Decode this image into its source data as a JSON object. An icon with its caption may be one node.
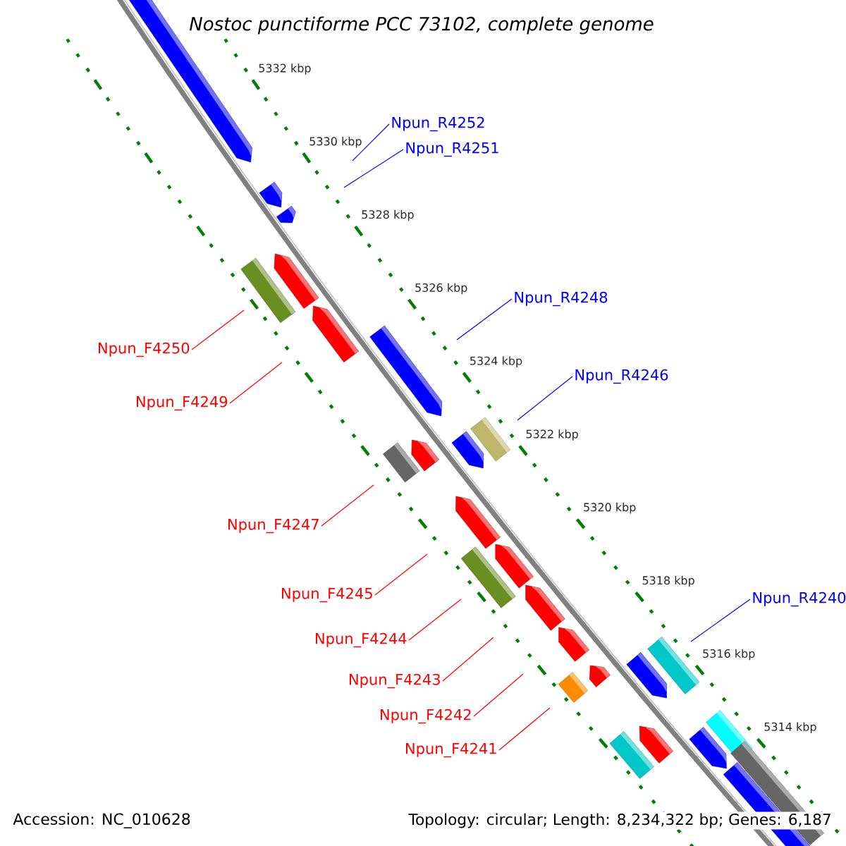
{
  "diagram": {
    "title": "Nostoc punctiforme PCC 73102, complete genome",
    "nodes": [
      {
        "text": [
          "Npun_R4252"
        ]
      },
      {
        "text": [
          "Npun_R4251"
        ]
      },
      {
        "text": [
          "Npun_R4248"
        ]
      },
      {
        "text": [
          "Npun_F4250"
        ]
      },
      {
        "text": [
          "Npun_R4246"
        ]
      },
      {
        "text": [
          "Npun_F4249"
        ]
      },
      {
        "text": [
          "Npun_F4247"
        ]
      },
      {
        "text": [
          "Npun_F4245"
        ]
      },
      {
        "text": [
          "Npun_R4240"
        ]
      },
      {
        "text": [
          "Npun_F4244"
        ]
      },
      {
        "text": [
          "Npun_F4243"
        ]
      },
      {
        "text": [
          "Npun_F4242"
        ]
      },
      {
        "text": [
          "Npun_F4241"
        ]
      }
    ],
    "edges": [
      {
        "from": 0,
        "to": null,
        "arrow": "none",
        "color": "#0000ff"
      },
      {
        "from": 1,
        "to": null,
        "arrow": "none",
        "color": "#0000ff"
      },
      {
        "from": 2,
        "to": null,
        "arrow": "none",
        "color": "#0000ff"
      },
      {
        "from": 3,
        "to": null,
        "arrow": "none"
      },
      {
        "from": 4,
        "to": null,
        "arrow": "none",
        "color": "#0000ff"
      },
      {
        "from": 5,
        "to": null,
        "arrow": "none"
      },
      {
        "from": 6,
        "to": null,
        "arrow": "none"
      },
      {
        "from": 7,
        "to": null,
        "arrow": "none"
      },
      {
        "from": 8,
        "to": null,
        "arrow": "none",
        "color": "#0000ff"
      },
      {
        "from": 9,
        "to": null,
        "arrow": "none"
      },
      {
        "from": 10,
        "to": null,
        "arrow": "none"
      },
      {
        "from": 11,
        "to": null,
        "arrow": "none"
      },
      {
        "from": 12,
        "to": null,
        "arrow": "none"
      }
    ],
    "labels": [
      "5332 kbp",
      "5330 kbp",
      "5328 kbp",
      "5326 kbp",
      "5324 kbp",
      "5322 kbp",
      "5320 kbp",
      "5318 kbp",
      "5316 kbp",
      "5314 kbp",
      "Accession: NC_010628",
      "Topology: circular; Length: 8,234,322 bp; Genes: 6,187"
    ]
  }
}
